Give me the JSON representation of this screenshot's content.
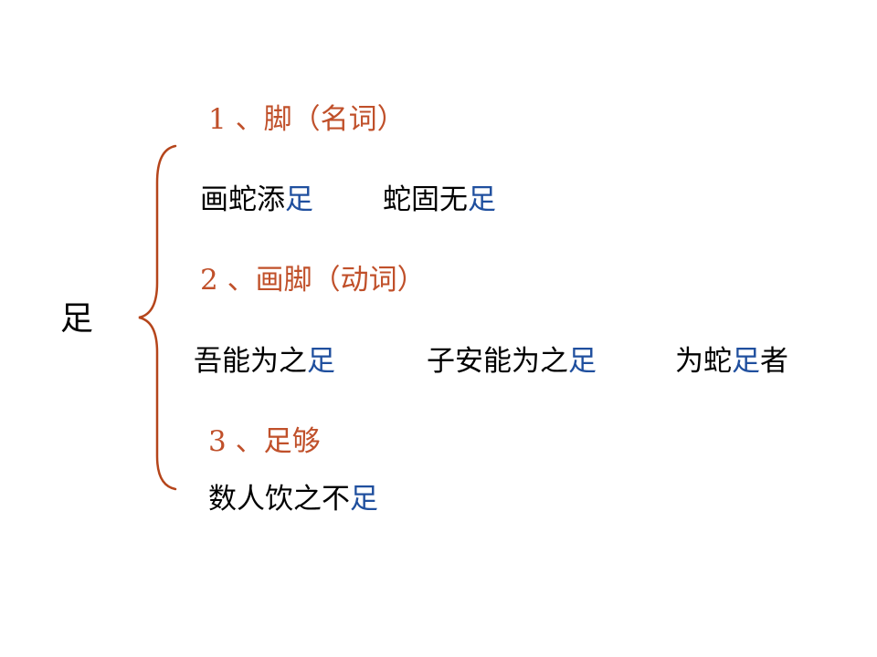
{
  "headword": "足",
  "colors": {
    "sense": "#c0502a",
    "key": "#1f4f9e",
    "text": "#000000",
    "brace": "#b5451b"
  },
  "senses": [
    {
      "label": "1 、脚（名词）",
      "examples": [
        {
          "before": "画蛇添",
          "key": "足",
          "after": ""
        },
        {
          "before": "蛇固无",
          "key": "足",
          "after": ""
        }
      ]
    },
    {
      "label": "2 、画脚（动词）",
      "examples": [
        {
          "before": "吾能为之",
          "key": "足",
          "after": ""
        },
        {
          "before": "子安能为之",
          "key": "足",
          "after": ""
        },
        {
          "before": "为蛇",
          "key": "足",
          "after": "者"
        }
      ]
    },
    {
      "label": "3 、足够",
      "examples": [
        {
          "before": "数人饮之不",
          "key": "足",
          "after": ""
        }
      ]
    }
  ]
}
